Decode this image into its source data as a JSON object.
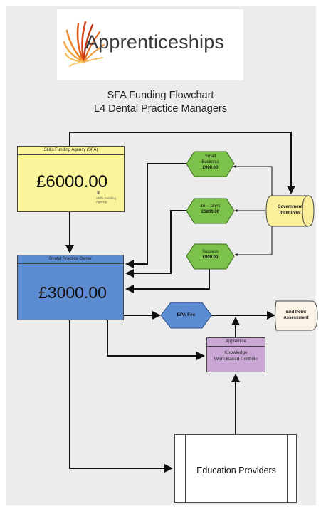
{
  "logo": {
    "text": "Apprenticeships"
  },
  "title": {
    "line1": "SFA Funding Flowchart",
    "line2": "L4 Dental Practice Managers"
  },
  "sfa_box": {
    "header": "Skills Funding Agency (SFA)",
    "amount": "£6000.00",
    "logo_text": "Skills Funding Agency"
  },
  "owner_box": {
    "header": "Dental Practice Owner",
    "amount": "£3000.00"
  },
  "incentives": {
    "small_business": {
      "line1": "Small",
      "line2": "Business",
      "amount": "£900.00"
    },
    "age_16_18": {
      "line1": "16 – 18yrs",
      "amount": "£1800.00"
    },
    "success": {
      "line1": "Success",
      "amount": "£900.00"
    }
  },
  "government": {
    "line1": "Government",
    "line2": "Incentives"
  },
  "epa_fee": {
    "label": "EPA Fee"
  },
  "end_point": {
    "line1": "End Point",
    "line2": "Assessment"
  },
  "apprentice_box": {
    "header": "Apprentice",
    "line1": "Knowledge",
    "line2": "Work Based Portfolio"
  },
  "education": {
    "label": "Education Providers"
  },
  "colors": {
    "hexagon_green": "#7cc24a",
    "sfa_yellow": "#faf59a",
    "owner_blue": "#5b8bd0",
    "epa_blue": "#5b8bd0",
    "government_yellow": "#fbef9b",
    "apprentice_purple": "#c9a6d4",
    "end_point_bg": "#fbf4e6"
  }
}
